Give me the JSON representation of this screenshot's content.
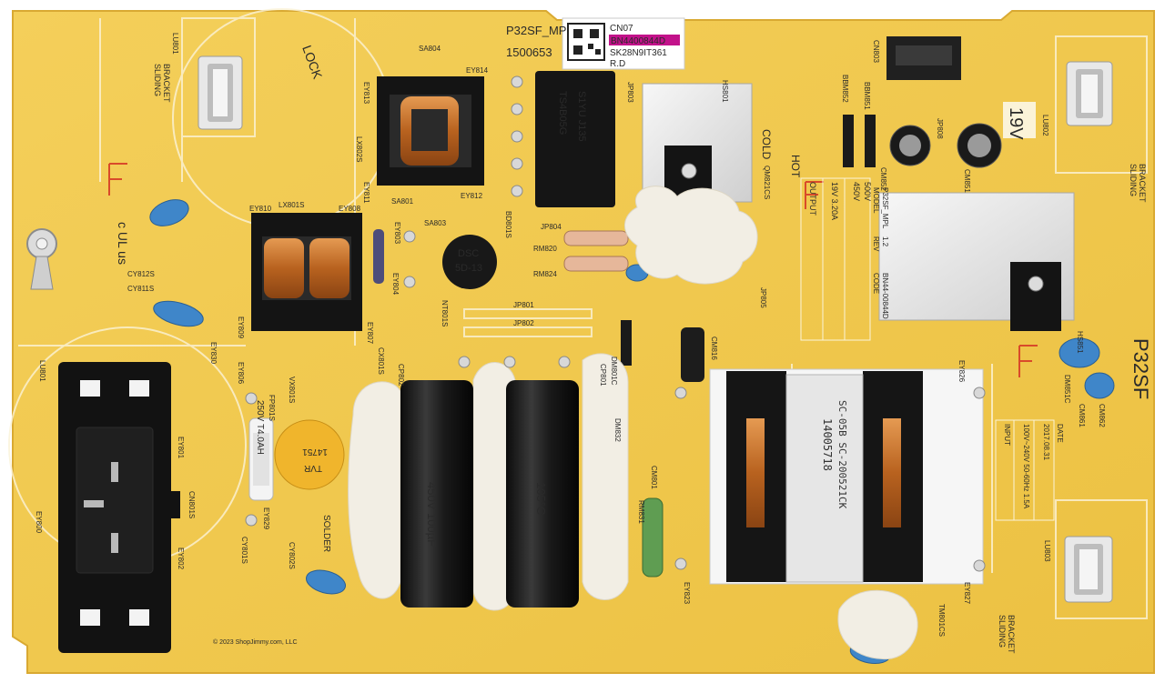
{
  "board": {
    "model_top": "P32SF_MP",
    "model_side": "P32SF",
    "number": "1500653",
    "voltage_mark": "19V",
    "cold_label": "COLD",
    "hot_label": "HOT",
    "lock_label": "LOCK",
    "solder_label": "SOLDER",
    "bracket_label_1": "BRACKET",
    "bracket_label_2": "SLIDING",
    "watermark": "© 2023 ShopJimmy.com, LLC"
  },
  "sticker": {
    "line1": "CN07",
    "line2": "BN4400844D",
    "line3": "SK28N9IT361",
    "line4": "R.D"
  },
  "refs": {
    "lu801": "LU801",
    "ey800": "EY800",
    "ey801": "EY801",
    "ey802": "EY802",
    "cn801s": "CN801S",
    "cy811s": "CY811S",
    "cy812s": "CY812S",
    "lx801s": "LX801S",
    "lx802s": "LX802S",
    "ey810": "EY810",
    "ey808": "EY808",
    "ey807": "EY807",
    "ey809": "EY809",
    "ey811": "EY811",
    "ey812": "EY812",
    "ey813": "EY813",
    "ey814": "EY814",
    "sa801": "SA801",
    "sa803": "SA803",
    "sa804": "SA804",
    "bd801s": "BD801S",
    "jp803": "JP803",
    "jp804": "JP804",
    "jp801": "JP801",
    "jp802": "JP802",
    "jp805": "JP805",
    "jp808": "JP808",
    "rm820": "RM820",
    "rm824": "RM824",
    "rm831": "RM831",
    "ntc": "NT801S",
    "hs801": "HS801",
    "hs851": "HS851",
    "qm821cs": "QM821CS",
    "cm816": "CM816",
    "cm851": "CM851",
    "cm852": "CM852",
    "cm801": "CM801",
    "cm862": "CM862",
    "cm861": "CM861",
    "cn803": "CN803",
    "bbm851": "BBM851",
    "bbm852": "BBM852",
    "dm801c": "DM801C",
    "dm851c": "DM851C",
    "dm832": "DM832",
    "ey826": "EY826",
    "ey823": "EY823",
    "ey827": "EY827",
    "tm801cs": "TM801CS",
    "cy801s": "CY801S",
    "cy802s": "CY802S",
    "ey829": "EY829",
    "ey830": "EY830",
    "ey806": "EY806",
    "fp801s": "FP801S",
    "vx801s": "VX801S",
    "cp802": "CP802",
    "cp801": "CP801",
    "cx801s": "CX801S",
    "lu802": "LU802",
    "lu803": "LU803",
    "ey803": "EY803",
    "ey804": "EY804"
  },
  "parts": {
    "bridge_1": "TS4B05G",
    "bridge_2": "S1YU J135",
    "ntc_1": "DSC",
    "ntc_2": "5D-13",
    "fuse_1": "250V T4.0AH",
    "varistor_1": "TVR",
    "varistor_2": "14751",
    "transformer_1": "14005718",
    "transformer_2": "SC-05B SC-200521CK",
    "cap_1": "450V 100µF",
    "cap_2": "105°C",
    "ul_mark": "c UL us"
  },
  "spec_table": {
    "headers": [
      "MODEL",
      "REV",
      "CODE"
    ],
    "row1": [
      "P32SF_MPL",
      "1.2",
      "BN44-00844D"
    ],
    "rating_1": "450V",
    "rating_2": "500V",
    "output_label": "OUTPUT",
    "output_value": "19V 3.20A"
  },
  "input_table": {
    "input_label": "INPUT",
    "input_value": "100V~240V 50-60Hz 1.5A",
    "date_label": "DATE",
    "date_value": "2017.08.31"
  },
  "colors": {
    "pcb": "#f1c94d",
    "silk": "#fbf3d8",
    "black": "#141414",
    "copper": "#c8722e",
    "blue_cap": "#3f86c9",
    "glue": "#f2eee4",
    "heatsink": "#e9e9e9",
    "red_mark": "#d94a2a"
  }
}
